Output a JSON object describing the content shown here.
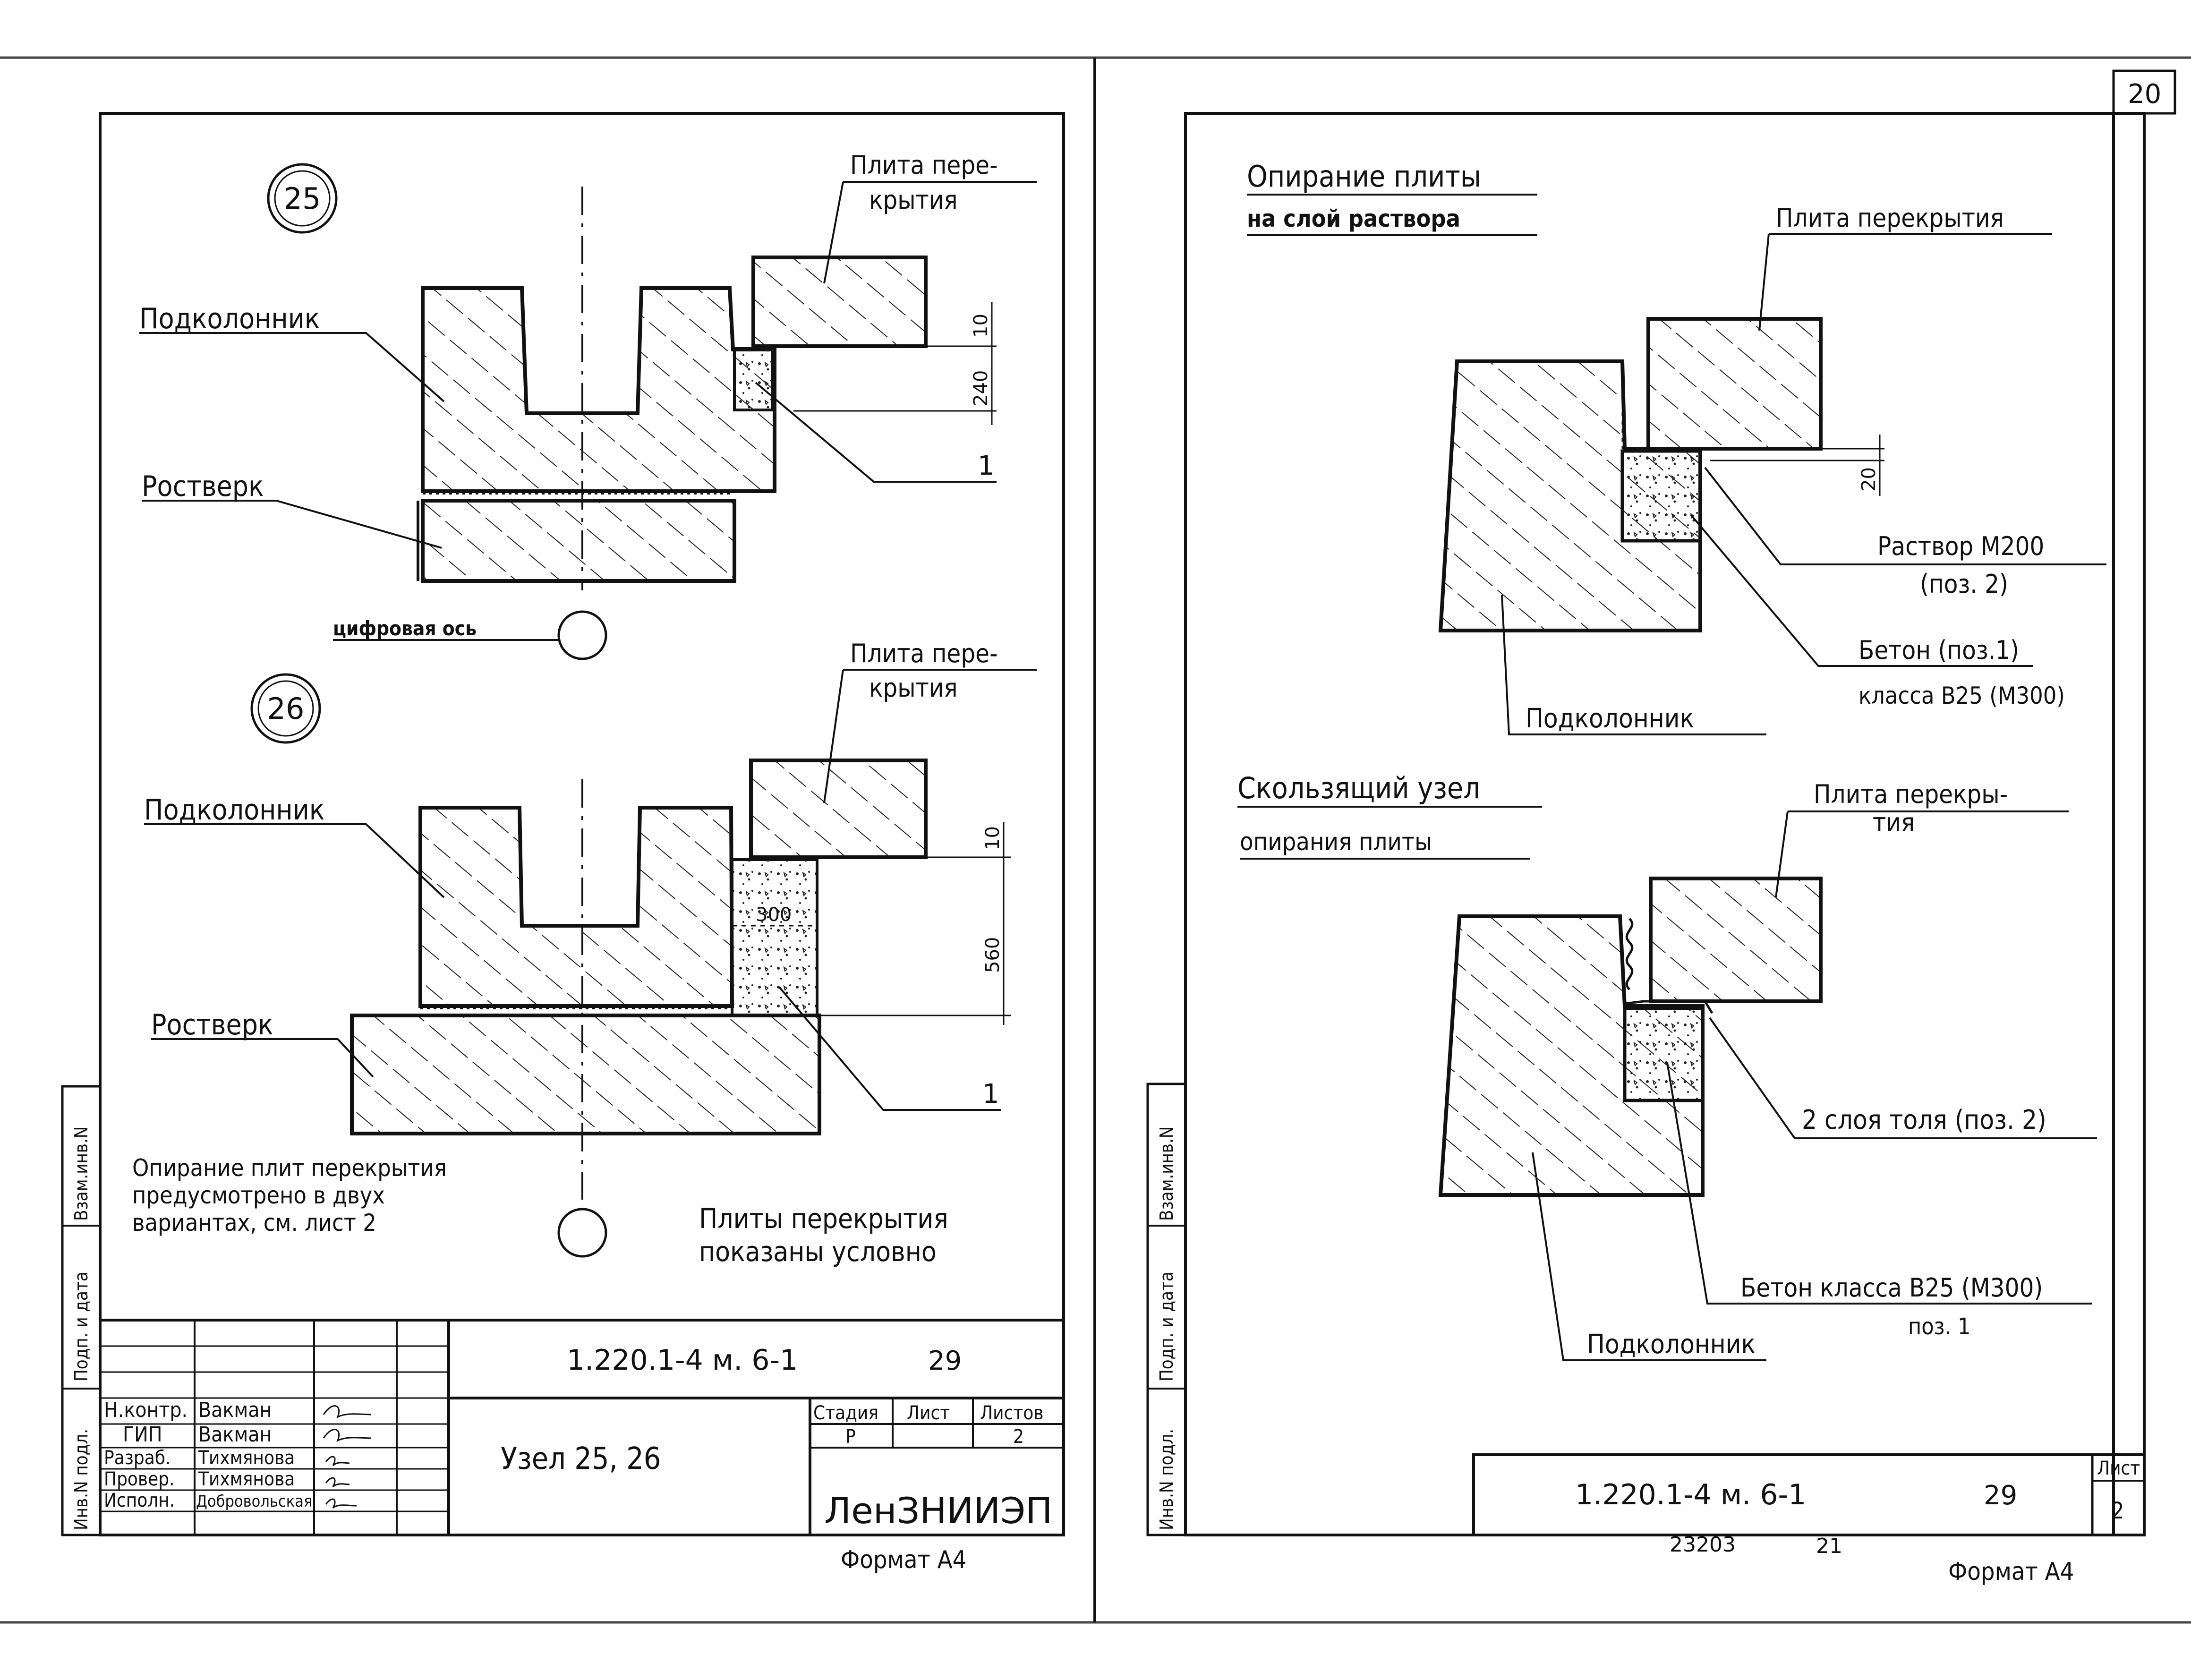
{
  "sheet_number": "20",
  "left_page": {
    "node25": {
      "marker": "25",
      "plate_label_line1": "Плита пере-",
      "plate_label_line2": "крытия",
      "podkolonnik": "Подколонник",
      "rostverk": "Ростверк",
      "dim_10": "10",
      "dim_240": "240",
      "callout_1": "1",
      "axis_label": "цифровая ось"
    },
    "node26": {
      "marker": "26",
      "plate_label_line1": "Плита пере-",
      "plate_label_line2": "крытия",
      "podkolonnik": "Подколонник",
      "rostverk": "Ростверк",
      "dim_10": "10",
      "dim_300": "300",
      "dim_560": "560",
      "callout_1": "1"
    },
    "note_left_lines": [
      "Опирание плит перекрытия",
      "предусмотрено в двух",
      "вариантах, см. лист 2"
    ],
    "note_right_lines": [
      "Плиты перекрытия",
      "показаны условно"
    ],
    "margin_stamp": [
      "Инв.N подл.",
      "Подп. и дата",
      "Взам.инв.N"
    ],
    "title_block": {
      "code": "1.220.1-4 м. 6-1",
      "code_page": "29",
      "roles": [
        "Н.контр.",
        "ГИП",
        "Разраб.",
        "Провер.",
        "Исполн."
      ],
      "names": [
        "Вакман",
        "Вакман",
        "Тихмянова",
        "Тихмянова",
        "Добровольская"
      ],
      "title": "Узел 25, 26",
      "stage_header": "Стадия",
      "sheet_header": "Лист",
      "sheets_header": "Листов",
      "stage_value": "Р",
      "sheets_value": "2",
      "org": "ЛенЗНИИЭП"
    },
    "format": "Формат А4"
  },
  "right_page": {
    "det1": {
      "title_line1": "Опирание плиты",
      "title_line2": "на слой раствора",
      "plate": "Плита перекрытия",
      "dim_20": "20",
      "mortar_line1": "Раствор М200",
      "mortar_line2": "(поз. 2)",
      "concrete_line1": "Бетон (поз.1)",
      "concrete_line2": "класса В25 (М300)",
      "podkolonnik": "Подколонник"
    },
    "det2": {
      "title_line1": "Скользящий узел",
      "title_line2": "опирания плиты",
      "plate_line1": "Плита перекры-",
      "plate_line2": "тия",
      "tol": "2 слоя толя (поз. 2)",
      "concrete_line1": "Бетон класса В25 (М300)",
      "concrete_line2": "поз. 1",
      "podkolonnik": "Подколонник"
    },
    "margin_stamp": [
      "Инв.N подл.",
      "Подп. и дата",
      "Взам.инв.N"
    ],
    "title_block": {
      "code": "1.220.1-4 м. 6-1",
      "code_page": "29",
      "sheet_header": "Лист",
      "sheet_value": "2"
    },
    "footer_numbers": [
      "23203",
      "21"
    ],
    "format": "Формат А4"
  }
}
